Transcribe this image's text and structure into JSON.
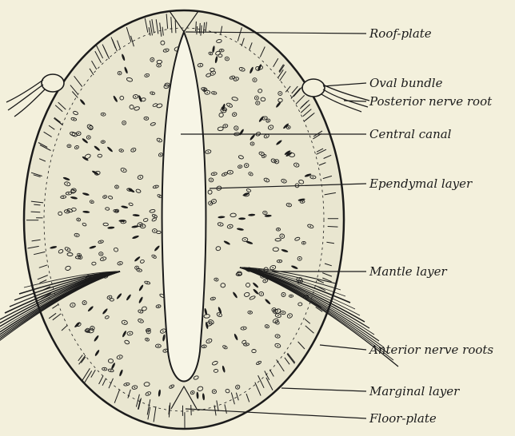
{
  "figure": {
    "colors": {
      "background": "#f3f0dc",
      "ink": "#1b1b1b",
      "tissue": "#e9e6d0"
    },
    "labels": {
      "roof_plate": "Roof-plate",
      "oval_bundle": "Oval bundle",
      "posterior_nerve_root": "Posterior nerve root",
      "central_canal": "Central canal",
      "ependymal_layer": "Ependymal layer",
      "mantle_layer": "Mantle layer",
      "anterior_nerve_roots": "Anterior nerve roots",
      "marginal_layer": "Marginal layer",
      "floor_plate": "Floor-plate"
    }
  }
}
